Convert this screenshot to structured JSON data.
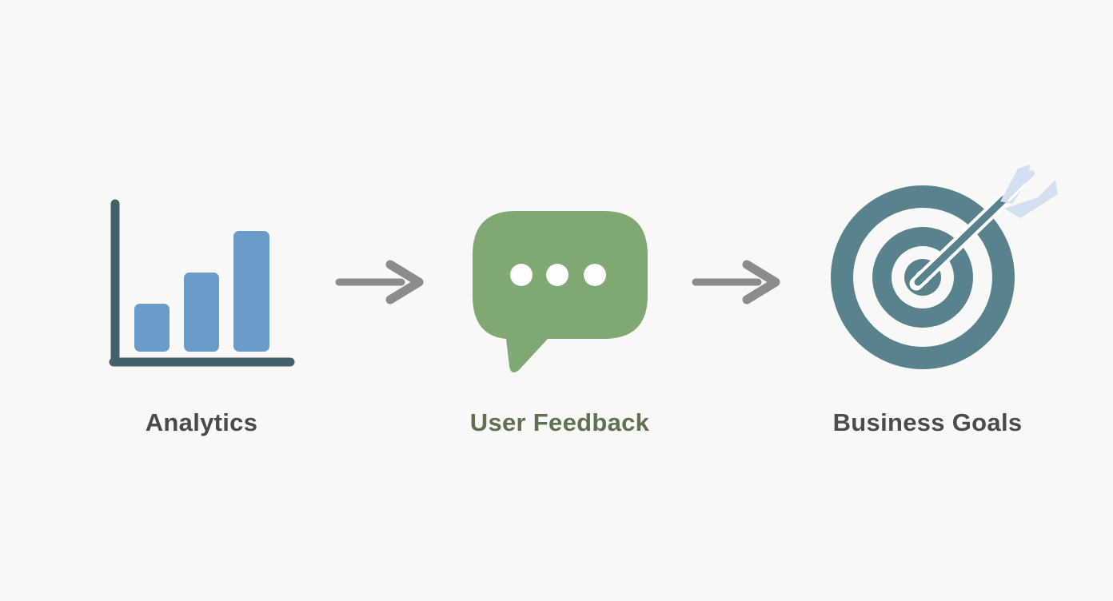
{
  "page": {
    "background": "#f8f8f6"
  },
  "diagram": {
    "type": "flow",
    "direction": "left-to-right",
    "steps": [
      {
        "label": "Analytics",
        "icon": "bar-chart-icon",
        "label_color": "#4a4a4a",
        "icon_colors": {
          "bars": "#6a9bc9",
          "axis": "#44606a"
        }
      },
      {
        "label": "User Feedback",
        "icon": "speech-bubble-icon",
        "label_color": "#5e7151",
        "icon_colors": {
          "bubble": "#80a873",
          "dots": "#fdfdfd"
        }
      },
      {
        "label": "Business Goals",
        "icon": "target-arrow-icon",
        "label_color": "#4b4b4b",
        "icon_colors": {
          "rings": "#58828c",
          "rings_gap": "#f8f8f6",
          "arrow_shaft": "#58828c",
          "arrow_fletching": "#d3e0f2",
          "arrow_outline": "#ffffff"
        }
      }
    ],
    "connectors": [
      {
        "from": "Analytics",
        "to": "User Feedback",
        "type": "arrow-right",
        "color": "#8c8c8c"
      },
      {
        "from": "User Feedback",
        "to": "Business Goals",
        "type": "arrow-right",
        "color": "#8c8c8c"
      }
    ]
  }
}
